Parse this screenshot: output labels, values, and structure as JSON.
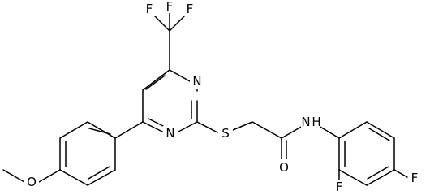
{
  "molecule": {
    "atoms": {
      "F_top_left": "F",
      "F_top_right": "F",
      "F_cf3_left": "F",
      "N_ring_top": "N",
      "N_ring_bottom": "N",
      "S_thioether": "S",
      "NH_amide": "N",
      "H_amide": "H",
      "O_carbonyl": "O",
      "F_ortho": "F",
      "F_para": "F",
      "O_methoxy": "O"
    }
  }
}
